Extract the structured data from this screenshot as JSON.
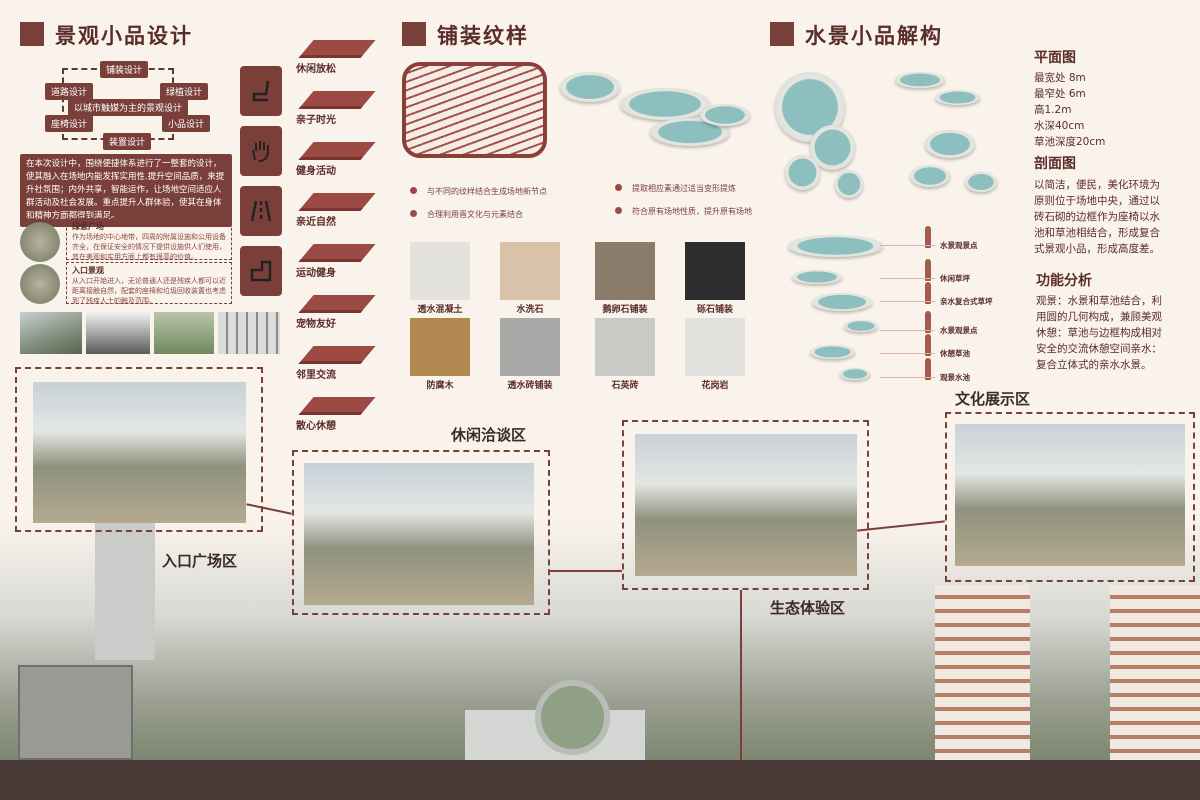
{
  "sections": {
    "s1": "景观小品设计",
    "s2": "铺装纹样",
    "s3": "水景小品解构"
  },
  "diagram": {
    "top": "铺装设计",
    "left1": "道路设计",
    "right1": "绿植设计",
    "center": "以城市触媒为主的景观设计",
    "left2": "座椅设计",
    "right2": "小品设计",
    "bottom": "装置设计"
  },
  "intro": "在本次设计中，围绕便捷体系进行了一整套的设计，使其融入在场地内能发挥实用性.提升空间品质，来提升社氛围；内外共享，智能运作，让场地空间适应人群活动及社会发展。重点提升人群体验，使其在身体和精神方面都得到满足。",
  "notes": [
    {
      "title": "绿意广场",
      "text": "作为场地的中心地带，四周的附属设施和公用设备齐全，在保证安全的情况下提供设施供人们使用，其在美观和实用方面上都有很高的价值。"
    },
    {
      "title": "入口景观",
      "text": "从入口开始进入，无论普通人还是残疾人都可以近距离接触自然，配套的座椅和垃圾回收装置也考虑到了残疾人士的触及范围。"
    }
  ],
  "icons": [
    "seat-icon",
    "hand-icon",
    "road-icon",
    "stairs-icon"
  ],
  "activities": [
    "休闲放松",
    "亲子时光",
    "健身活动",
    "亲近自然",
    "运动健身",
    "宠物友好",
    "邻里交流",
    "散心休憩"
  ],
  "paving_bullets": [
    "与不同的纹样结合生成场地新节点",
    "提取相应素通过适当变形提炼",
    "合理利用晋文化与元素结合",
    "符合原有场地性质，提升原有场地"
  ],
  "swatches": [
    {
      "label": "透水混凝土",
      "color": "#e4e2dc"
    },
    {
      "label": "水洗石",
      "color": "#d9c2a8"
    },
    {
      "label": "鹅卵石铺装",
      "color": "#8b7b6a"
    },
    {
      "label": "砾石铺装",
      "color": "#2e2e2e"
    },
    {
      "label": "防腐木",
      "color": "#b08850"
    },
    {
      "label": "透水砖铺装",
      "color": "#a9aaa8"
    },
    {
      "label": "石英砖",
      "color": "#c9c9c6"
    },
    {
      "label": "花岗岩",
      "color": "#e2e1de"
    }
  ],
  "section_labels": [
    "水景观景点",
    "休闲草坪",
    "亲水复合式草坪",
    "水景观景点",
    "休憩草池",
    "观景水池"
  ],
  "right": {
    "plan_title": "平面图",
    "plan_items": [
      "最宽处 8m",
      "最窄处 6m",
      "高1.2m",
      "水深40cm",
      "草池深度20cm"
    ],
    "section_title": "剖面图",
    "section_text": "以简洁，便民，美化环境为原则位于场地中央，通过以砖石砌的边框作为座椅以水池和草池相结合，形成复合式景观小品，形成高度差。",
    "func_title": "功能分析",
    "func_text": "观景：水景和草池结合，利用圆的几何构成，兼顾美观休憩：草池与边框构成相对安全的交流休憩空间亲水：复合立体式的亲水水景。"
  },
  "zones": {
    "entrance": "入口广场区",
    "leisure": "休闲洽谈区",
    "eco": "生态体验区",
    "culture": "文化展示区"
  }
}
